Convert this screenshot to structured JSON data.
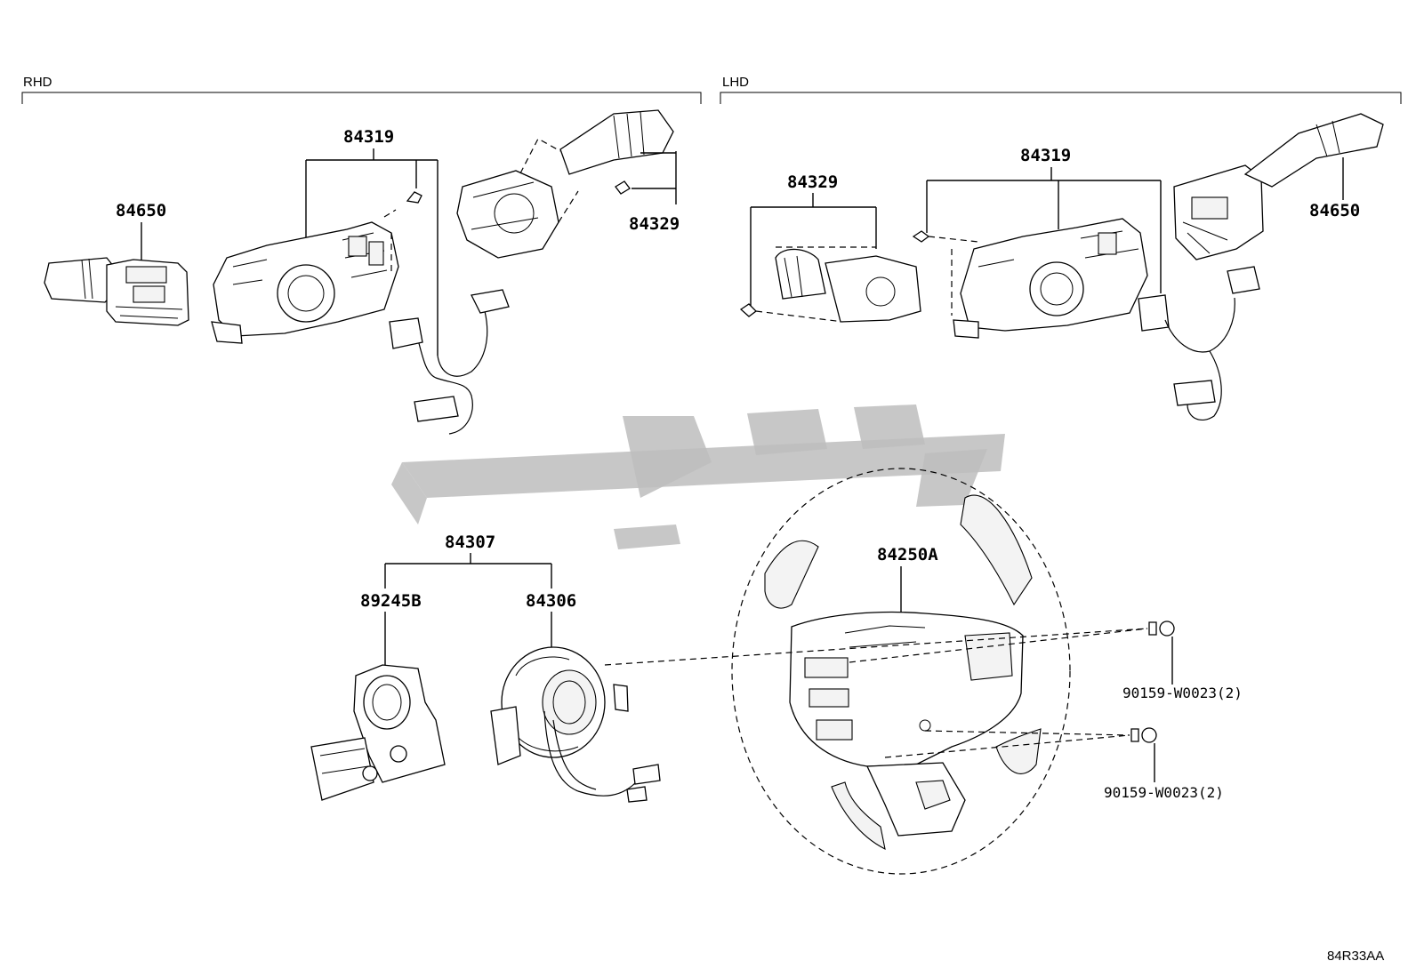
{
  "sections": {
    "rhd": "RHD",
    "lhd": "LHD"
  },
  "labels": {
    "rhd_combination_switch": "84650",
    "rhd_switch_assembly": "84319",
    "rhd_switch_sub": "84329",
    "lhd_switch_sub": "84329",
    "lhd_switch_assembly": "84319",
    "lhd_combination_switch": "84650",
    "spiral_cable_assembly": "84307",
    "steering_sensor": "89245B",
    "spiral_cable": "84306",
    "steering_wheel": "84250A",
    "screw_upper": "90159-W0023(2)",
    "screw_lower": "90159-W0023(2)"
  },
  "diagram_code": "84R33AA",
  "watermark": {
    "icon": "watermark-logo",
    "color": "#bdbdbd"
  }
}
